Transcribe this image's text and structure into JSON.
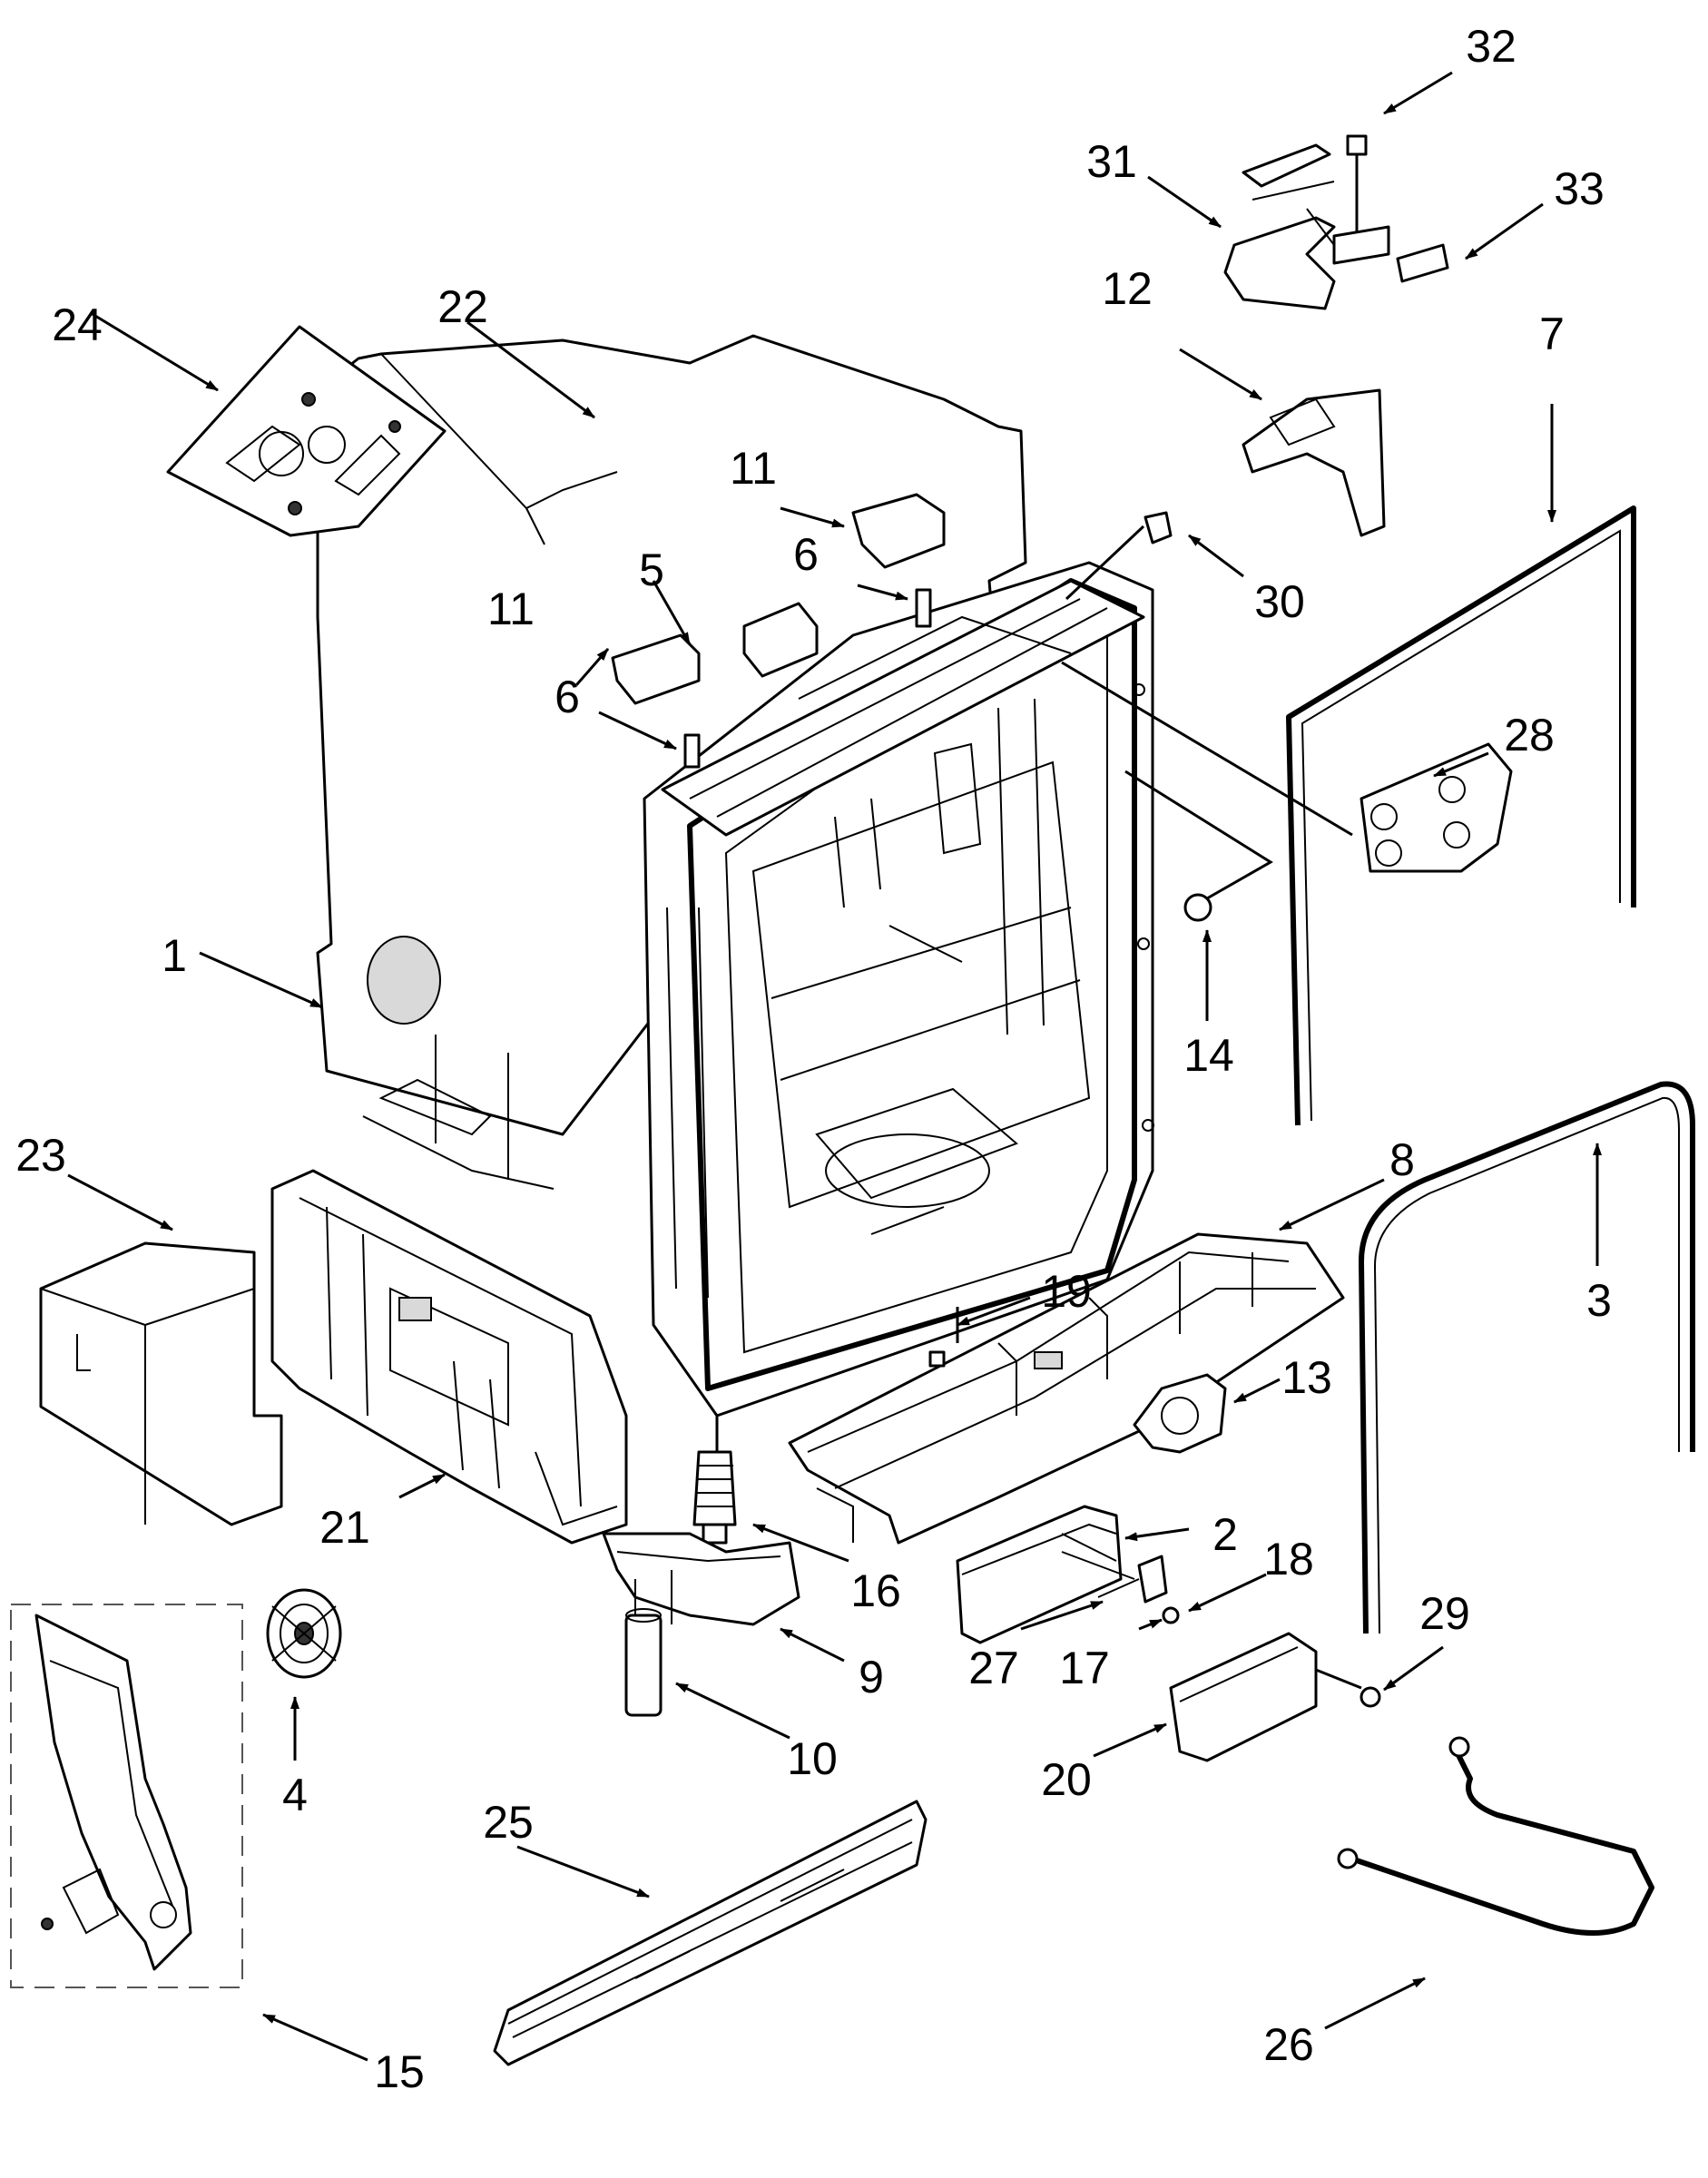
{
  "diagram": {
    "callouts": [
      {
        "id": "p1",
        "text": "1"
      },
      {
        "id": "p2",
        "text": "2"
      },
      {
        "id": "p3",
        "text": "3"
      },
      {
        "id": "p4",
        "text": "4"
      },
      {
        "id": "p5",
        "text": "5"
      },
      {
        "id": "p6a",
        "text": "6"
      },
      {
        "id": "p6b",
        "text": "6"
      },
      {
        "id": "p7",
        "text": "7"
      },
      {
        "id": "p8",
        "text": "8"
      },
      {
        "id": "p9",
        "text": "9"
      },
      {
        "id": "p10",
        "text": "10"
      },
      {
        "id": "p11a",
        "text": "11"
      },
      {
        "id": "p11b",
        "text": "11"
      },
      {
        "id": "p12",
        "text": "12"
      },
      {
        "id": "p13",
        "text": "13"
      },
      {
        "id": "p14",
        "text": "14"
      },
      {
        "id": "p15",
        "text": "15"
      },
      {
        "id": "p16",
        "text": "16"
      },
      {
        "id": "p17",
        "text": "17"
      },
      {
        "id": "p18",
        "text": "18"
      },
      {
        "id": "p19",
        "text": "19"
      },
      {
        "id": "p20",
        "text": "20"
      },
      {
        "id": "p21",
        "text": "21"
      },
      {
        "id": "p22",
        "text": "22"
      },
      {
        "id": "p23",
        "text": "23"
      },
      {
        "id": "p24",
        "text": "24"
      },
      {
        "id": "p25",
        "text": "25"
      },
      {
        "id": "p26",
        "text": "26"
      },
      {
        "id": "p27",
        "text": "27"
      },
      {
        "id": "p28",
        "text": "28"
      },
      {
        "id": "p29",
        "text": "29"
      },
      {
        "id": "p30",
        "text": "30"
      },
      {
        "id": "p31",
        "text": "31"
      },
      {
        "id": "p32",
        "text": "32"
      },
      {
        "id": "p33",
        "text": "33"
      }
    ]
  }
}
